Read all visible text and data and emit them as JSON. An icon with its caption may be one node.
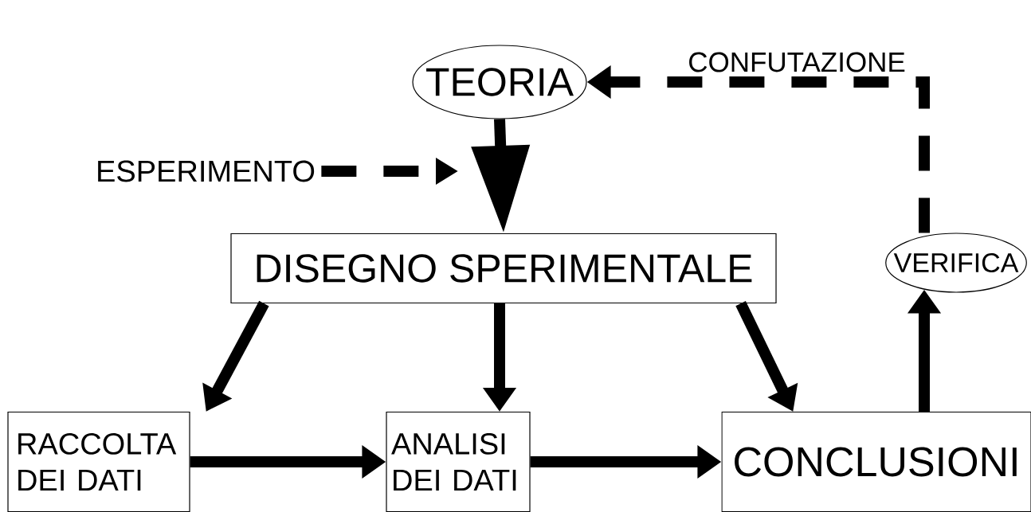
{
  "diagram": {
    "nodes": [
      {
        "text": [
          "TEORIA"
        ]
      },
      {
        "text": [
          "ESPERIMENTO"
        ]
      },
      {
        "text": [
          "DISEGNO SPERIMENTALE"
        ]
      },
      {
        "text": [
          "VERIFICA"
        ]
      },
      {
        "text": [
          "RACCOLTA DEI DATI"
        ]
      },
      {
        "text": [
          "ANALISI DEI DATI"
        ]
      },
      {
        "text": [
          "CONCLUSIONI"
        ]
      }
    ],
    "edges": [
      {
        "from": 1,
        "to": null,
        "arrow": "to",
        "style": "dashed"
      },
      {
        "from": 0,
        "to": 2,
        "arrow": "to"
      },
      {
        "from": 2,
        "to": 4,
        "arrow": "to"
      },
      {
        "from": 2,
        "to": 5,
        "arrow": "to"
      },
      {
        "from": 2,
        "to": 6,
        "arrow": "to"
      },
      {
        "from": 4,
        "to": 5,
        "arrow": "to"
      },
      {
        "from": 5,
        "to": 6,
        "arrow": "to"
      },
      {
        "from": 6,
        "to": 3,
        "arrow": "to"
      },
      {
        "from": 3,
        "to": 0,
        "arrow": "to",
        "style": "dashed",
        "label": "CONFUTAZIONE"
      }
    ]
  }
}
